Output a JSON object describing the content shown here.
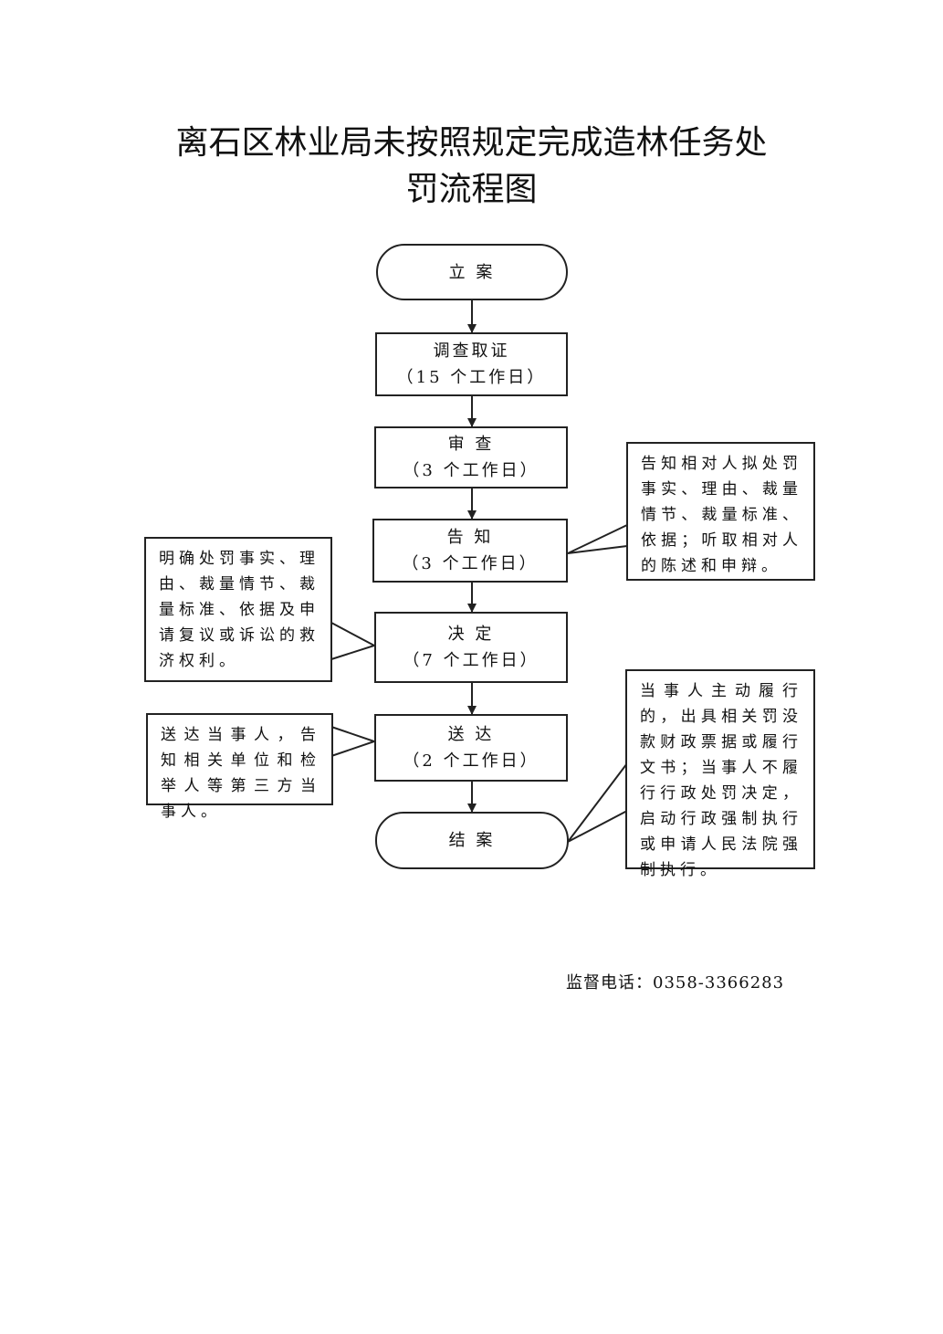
{
  "title": {
    "line1": "离石区林业局未按照规定完成造林任务处",
    "line2": "罚流程图"
  },
  "nodes": {
    "start": {
      "label": "立  案"
    },
    "investigate": {
      "label": "调查取证",
      "duration": "（15 个工作日）"
    },
    "review": {
      "label": "审  查",
      "duration": "（3 个工作日）"
    },
    "notify": {
      "label": "告  知",
      "duration": "（3 个工作日）"
    },
    "decide": {
      "label": "决  定",
      "duration": "（7 个工作日）"
    },
    "deliver": {
      "label": "送  达",
      "duration": "（2 个工作日）"
    },
    "end": {
      "label": "结  案"
    }
  },
  "notes": {
    "notify_right": "告知相对人拟处罚事实、理由、裁量情节、裁量标准、依据；听取相对人的陈述和申辩。",
    "decide_left": "明确处罚事实、理由、裁量情节、裁量标准、依据及申请复议或诉讼的救济权利。",
    "deliver_left": "送达当事人，告知相关单位和检举人等第三方当事人。",
    "end_right": "当事人主动履行的，出具相关罚没款财政票据或履行文书；当事人不履行行政处罚决定，启动行政强制执行或申请人民法院强制执行。"
  },
  "contact": "监督电话：0358-3366283"
}
